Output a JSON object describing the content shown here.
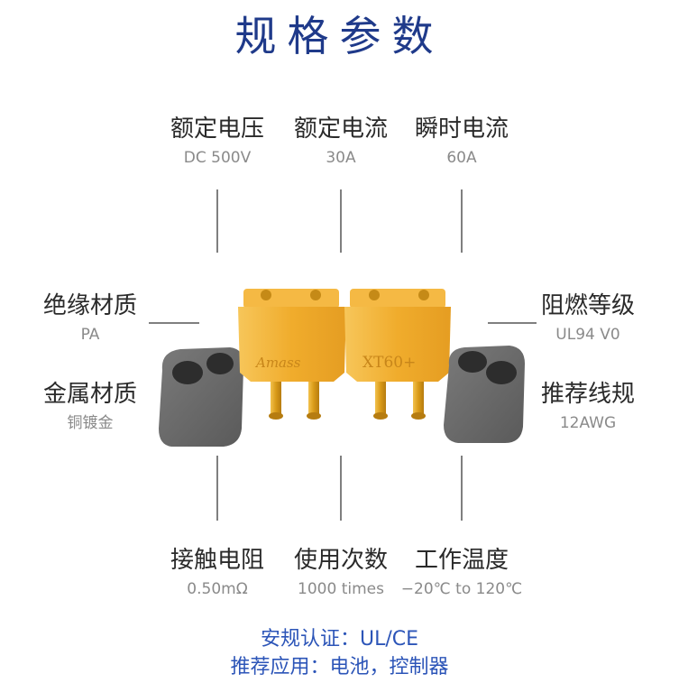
{
  "title": "规格参数",
  "specs": {
    "rated_voltage": {
      "label": "额定电压",
      "value": "DC 500V"
    },
    "rated_current": {
      "label": "额定电流",
      "value": "30A"
    },
    "instant_current": {
      "label": "瞬时电流",
      "value": "60A"
    },
    "insulation_material": {
      "label": "绝缘材质",
      "value": "PA"
    },
    "metal_material": {
      "label": "金属材质",
      "value": "铜镀金"
    },
    "flame_rating": {
      "label": "阻燃等级",
      "value": "UL94 V0"
    },
    "wire_gauge": {
      "label": "推荐线规",
      "value": "12AWG"
    },
    "contact_resistance": {
      "label": "接触电阻",
      "value": "0.50mΩ"
    },
    "usage_cycles": {
      "label": "使用次数",
      "value": "1000 times"
    },
    "operating_temp": {
      "label": "工作温度",
      "value": "−20℃ to 120℃"
    }
  },
  "product": {
    "left_connector_marking": "Amass",
    "right_connector_marking": "XT60+",
    "connector_color": "#f3b43b",
    "cap_color": "#6f6f6f",
    "pin_color": "#d9a21e"
  },
  "footer": {
    "certification": "安规认证：UL/CE",
    "application": "推荐应用：电池，控制器"
  },
  "colors": {
    "title": "#1f3a8a",
    "footer": "#2c55b8",
    "label": "#2a2a2a",
    "value": "#8a8a8a"
  }
}
